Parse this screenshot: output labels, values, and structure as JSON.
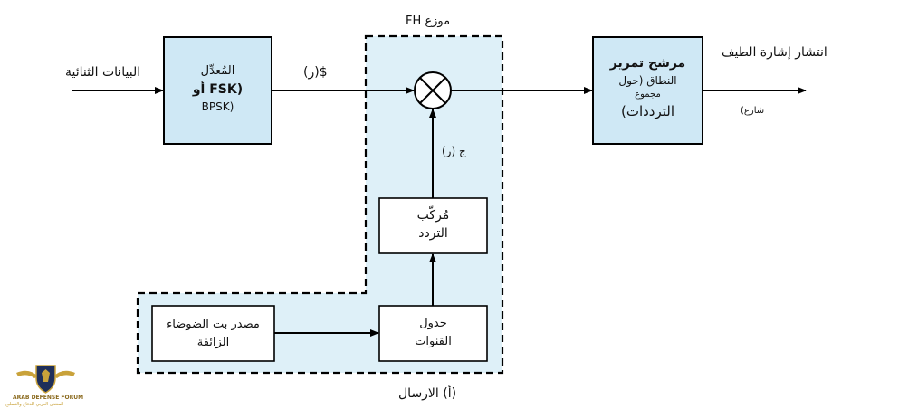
{
  "labels": {
    "input": "البيانات الثنائية",
    "s_of_t": "$(ر)",
    "c_of_t": "ج (ر)",
    "fh_spreader": "موزع FH",
    "output": "انتشار إشارة الطيف",
    "output_sub": "شارع)",
    "caption": "(أ) الارسال"
  },
  "blocks": {
    "modulator": {
      "line1": "المُعدِّل",
      "line2": "(FSK أو",
      "line3": "(BPSK"
    },
    "bandpass": {
      "line1": "مرشح تمرير",
      "line2": "النطاق (حول",
      "line3": "مجموع",
      "line4": "الترددات)"
    },
    "synth": {
      "line1": "مُركّب",
      "line2": "التردد"
    },
    "channel_table": {
      "line1": "جدول",
      "line2": "القنوات"
    },
    "pn_source": {
      "line1": "مصدر بت الضوضاء",
      "line2": "الزائفة"
    }
  },
  "logo": {
    "line1": "ARAB DEFENSE FORUM",
    "line2": "المنتدى العربي للدفاع والتسليح"
  },
  "colors": {
    "block_fill": "#cfe8f5",
    "region_fill": "#def0f8",
    "stroke": "#000000"
  }
}
